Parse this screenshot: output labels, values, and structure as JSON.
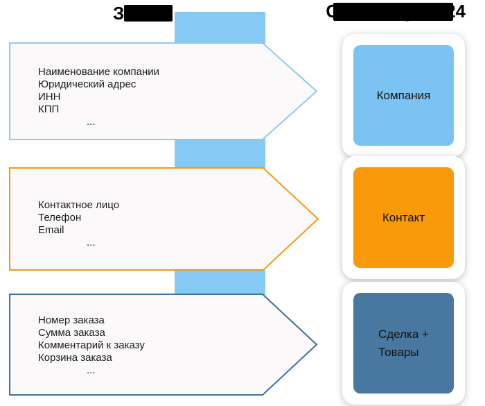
{
  "titles": {
    "left": "Заказ",
    "right": "CRM Битрикс24",
    "left_redacted": true,
    "right_redacted": true
  },
  "arrows": [
    {
      "name": "company-fields",
      "lines": [
        "Наименование компании",
        "Юридический адрес",
        "ИНН",
        "КПП"
      ],
      "ellipsis": "...",
      "border_color": "#8ec9f0"
    },
    {
      "name": "contact-fields",
      "lines": [
        "Контактное лицо",
        "Телефон",
        "Email"
      ],
      "ellipsis": "...",
      "border_color": "#f59a0d"
    },
    {
      "name": "order-fields",
      "lines": [
        "Номер заказа",
        "Сумма заказа",
        "Комментарий к заказу",
        "Корзина заказа"
      ],
      "ellipsis": "...",
      "border_color": "#3f6f9b"
    }
  ],
  "entities": [
    {
      "name": "company",
      "label": "Компания",
      "color": "#7cc3f3"
    },
    {
      "name": "contact",
      "label": "Контакт",
      "color": "#f7990b"
    },
    {
      "name": "deal-products",
      "label": "Сделка + Товары",
      "lines": [
        "Сделка +",
        "Товары"
      ],
      "color": "#48789f"
    }
  ],
  "colors": {
    "connector_blue": "#85caf5",
    "arrow_fill": "#fbf9f9",
    "background": "#ffffff",
    "redaction": "#000000"
  }
}
